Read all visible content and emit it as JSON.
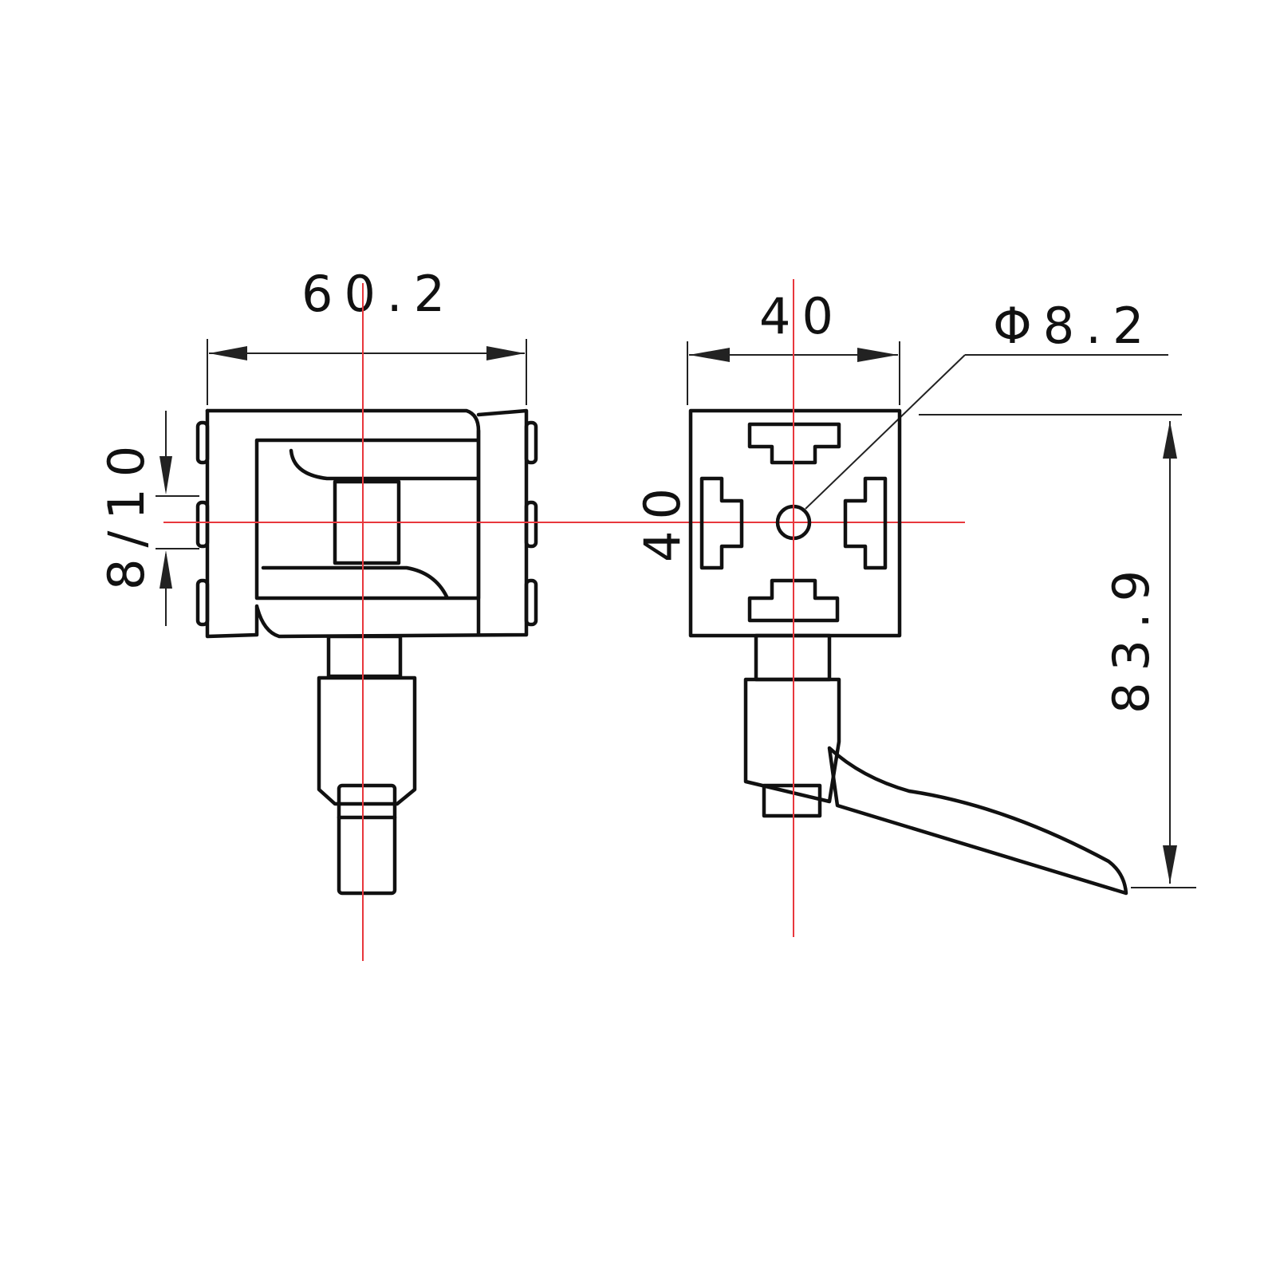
{
  "drawing": {
    "front_view": {
      "width_label": "60.2",
      "slot_label": "8/10"
    },
    "side_view": {
      "width_label": "40",
      "height_label": "40",
      "hole_label": "Φ8.2",
      "total_height_label": "83.9"
    }
  },
  "colors": {
    "line": "#111111",
    "centerline": "#e8373d",
    "background": "#ffffff"
  }
}
